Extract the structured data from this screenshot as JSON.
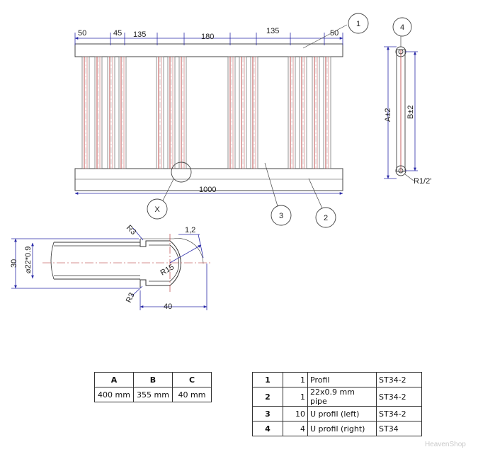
{
  "front_view": {
    "top_dims": [
      "50",
      "45",
      "135",
      "180",
      "135",
      "50"
    ],
    "overall_width": "1000",
    "callouts": [
      "1",
      "2",
      "3",
      "X"
    ]
  },
  "side_view": {
    "callout": "4",
    "dim_a": "A±2",
    "dim_b": "B±2",
    "thread": "R1/2'"
  },
  "detail": {
    "height": "30",
    "pipe_dia": "⌀22*0.9",
    "r_top": "R3",
    "r_bottom": "R3",
    "wall": "1,2",
    "r_end": "R15",
    "length": "40"
  },
  "dims_table": {
    "headers": [
      "A",
      "B",
      "C"
    ],
    "values": [
      "400 mm",
      "355 mm",
      "40 mm"
    ]
  },
  "parts_table": {
    "rows": [
      {
        "pos": "1",
        "qty": "1",
        "desc": "Profil",
        "material": "ST34-2"
      },
      {
        "pos": "2",
        "qty": "1",
        "desc": "22x0.9 mm pipe",
        "material": "ST34-2"
      },
      {
        "pos": "3",
        "qty": "10",
        "desc": "U profil (left)",
        "material": "ST34-2"
      },
      {
        "pos": "4",
        "qty": "4",
        "desc": "U profil (right)",
        "material": "ST34"
      }
    ]
  },
  "watermark": "HeavenShop"
}
